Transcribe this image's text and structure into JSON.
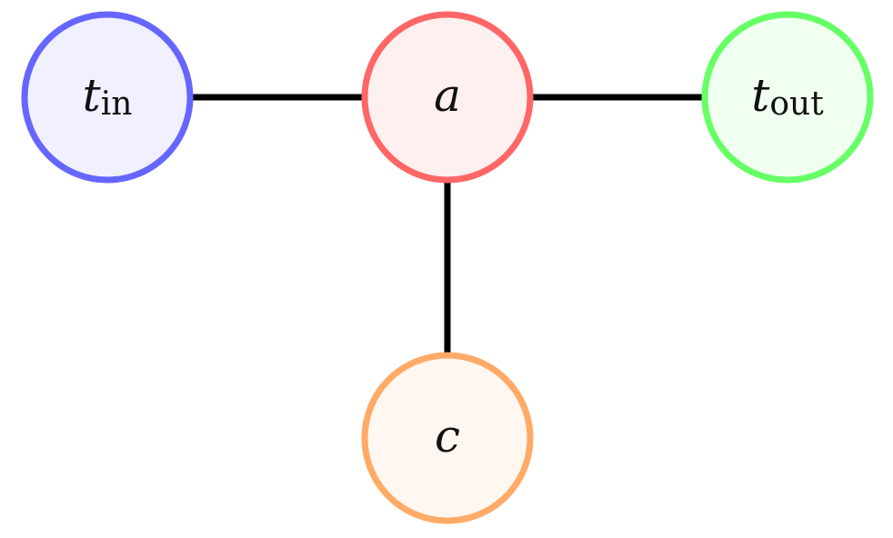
{
  "nodes": {
    "t_in": {
      "label": "t",
      "subscript": "in",
      "stroke": "#6666ff",
      "fill": "#f0f0ff"
    },
    "a": {
      "label": "a",
      "subscript": "",
      "stroke": "#ff6666",
      "fill": "#fff0f0"
    },
    "t_out": {
      "label": "t",
      "subscript": "out",
      "stroke": "#66ff66",
      "fill": "#f0fff0"
    },
    "c": {
      "label": "c",
      "subscript": "",
      "stroke": "#ffaa66",
      "fill": "#fff7f0"
    }
  },
  "edges": [
    {
      "from": "t_in",
      "to": "a"
    },
    {
      "from": "a",
      "to": "t_out"
    },
    {
      "from": "a",
      "to": "c"
    }
  ],
  "edge_color": "#000000"
}
